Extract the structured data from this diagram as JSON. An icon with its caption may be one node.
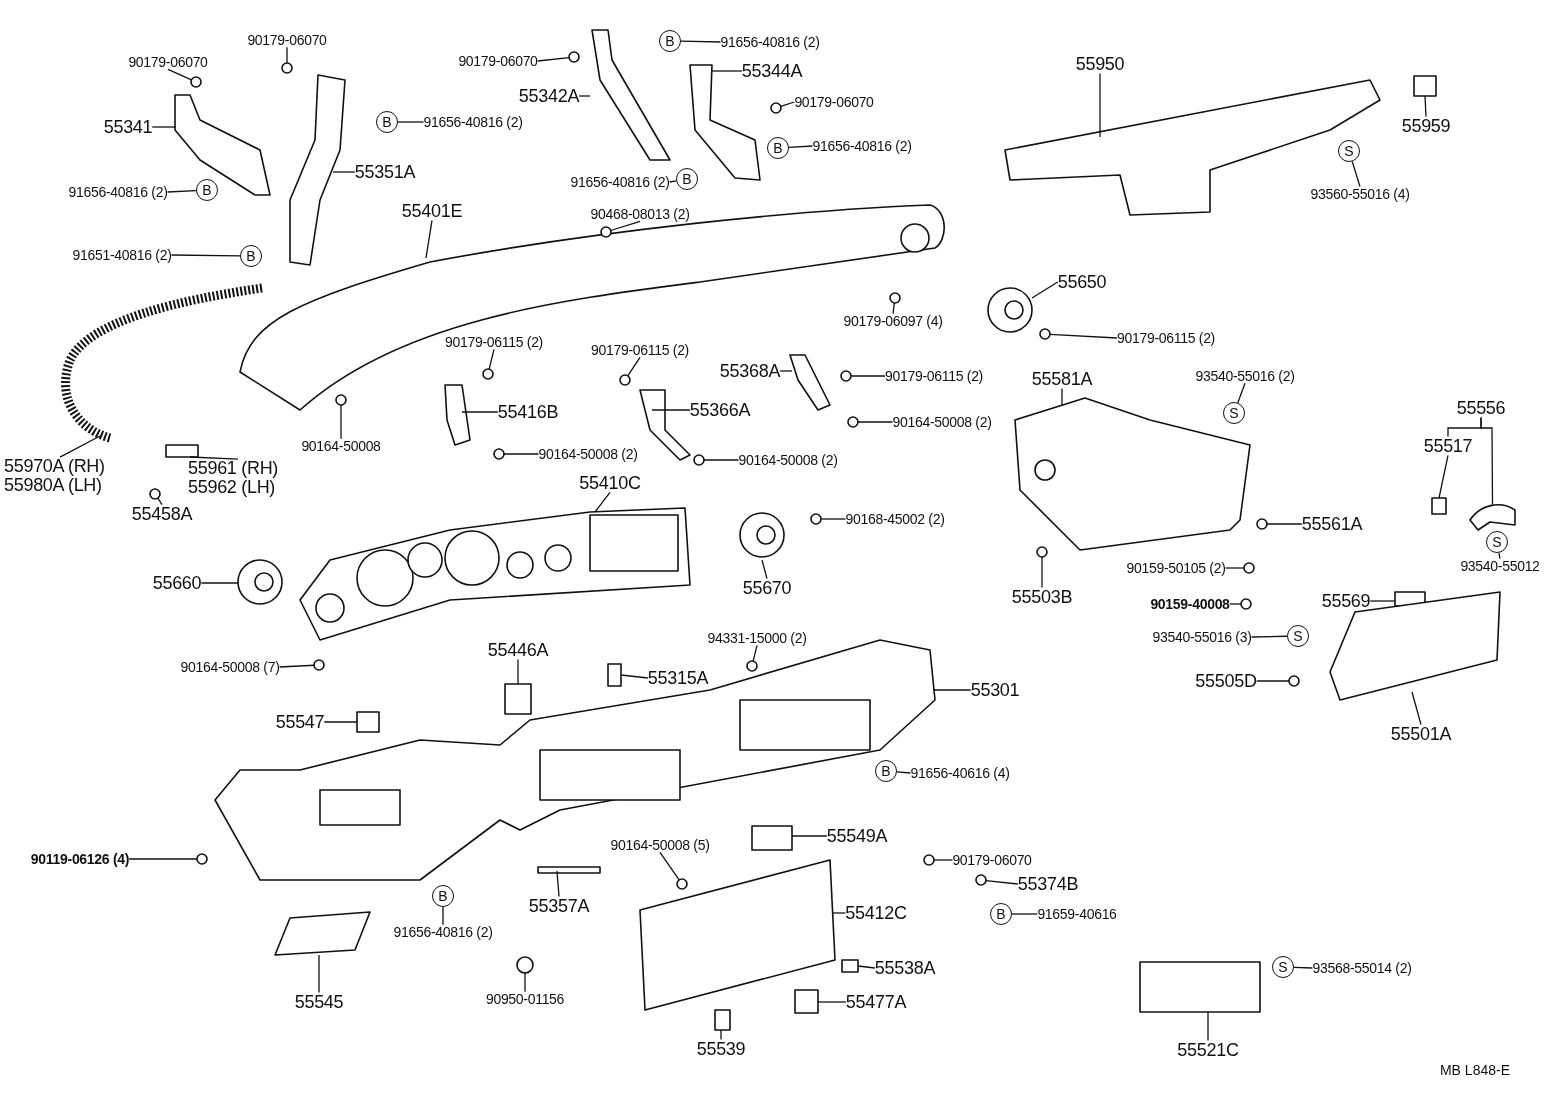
{
  "diagram": {
    "nodes": [
      {
        "text": [
          "90179-06070"
        ]
      },
      {
        "text": [
          "90179-06070"
        ]
      },
      {
        "text": [
          "55341"
        ]
      },
      {
        "text": [
          "B"
        ]
      },
      {
        "text": [
          "91656-40816 (2)"
        ]
      },
      {
        "text": [
          "55351A"
        ]
      },
      {
        "text": [
          "91656-40816 (2)"
        ]
      },
      {
        "text": [
          "B"
        ]
      },
      {
        "text": [
          "91651-40816 (2)"
        ]
      },
      {
        "text": [
          "B"
        ]
      },
      {
        "text": [
          "90179-06070"
        ]
      },
      {
        "text": [
          "55342A"
        ]
      },
      {
        "text": [
          "B"
        ]
      },
      {
        "text": [
          "91656-40816 (2)"
        ]
      },
      {
        "text": [
          "55344A"
        ]
      },
      {
        "text": [
          "90179-06070"
        ]
      },
      {
        "text": [
          "B"
        ]
      },
      {
        "text": [
          "91656-40816 (2)"
        ]
      },
      {
        "text": [
          "91656-40816 (2)"
        ]
      },
      {
        "text": [
          "B"
        ]
      },
      {
        "text": [
          "55950"
        ]
      },
      {
        "text": [
          "55959"
        ]
      },
      {
        "text": [
          "S"
        ]
      },
      {
        "text": [
          "93560-55016 (4)"
        ]
      },
      {
        "text": [
          "90468-08013 (2)"
        ]
      },
      {
        "text": [
          "55401E"
        ]
      },
      {
        "text": [
          "90179-06097 (4)"
        ]
      },
      {
        "text": [
          "55650"
        ]
      },
      {
        "text": [
          "90179-06115 (2)"
        ]
      },
      {
        "text": [
          "90179-06115 (2)"
        ]
      },
      {
        "text": [
          "90179-06115 (2)"
        ]
      },
      {
        "text": [
          "55368A"
        ]
      },
      {
        "text": [
          "90179-06115 (2)"
        ]
      },
      {
        "text": [
          "55416B"
        ]
      },
      {
        "text": [
          "55366A"
        ]
      },
      {
        "text": [
          "90164-50008 (2)"
        ]
      },
      {
        "text": [
          "90164-50008"
        ]
      },
      {
        "text": [
          "90164-50008 (2)"
        ]
      },
      {
        "text": [
          "90164-50008 (2)"
        ]
      },
      {
        "text": [
          "55970A (RH) 55980A (LH)"
        ]
      },
      {
        "text": [
          "55961 (RH) 55962 (LH)"
        ]
      },
      {
        "text": [
          "55458A"
        ]
      },
      {
        "text": [
          "55410C"
        ]
      },
      {
        "text": [
          "90168-45002 (2)"
        ]
      },
      {
        "text": [
          "55581A"
        ]
      },
      {
        "text": [
          "S"
        ]
      },
      {
        "text": [
          "93540-55016 (2)"
        ]
      },
      {
        "text": [
          "55556"
        ]
      },
      {
        "text": [
          "55517"
        ]
      },
      {
        "text": [
          "55561A"
        ]
      },
      {
        "text": [
          "S"
        ]
      },
      {
        "text": [
          "93540-55012"
        ]
      },
      {
        "text": [
          "55660"
        ]
      },
      {
        "text": [
          "55670"
        ]
      },
      {
        "text": [
          "55503B"
        ]
      },
      {
        "text": [
          "90159-50105 (2)"
        ]
      },
      {
        "text": [
          "90159-40008"
        ]
      },
      {
        "text": [
          "55569"
        ]
      },
      {
        "text": [
          "S"
        ]
      },
      {
        "text": [
          "93540-55016 (3)"
        ]
      },
      {
        "text": [
          "55505D"
        ]
      },
      {
        "text": [
          "55501A"
        ]
      },
      {
        "text": [
          "90164-50008 (7)"
        ]
      },
      {
        "text": [
          "55446A"
        ]
      },
      {
        "text": [
          "55315A"
        ]
      },
      {
        "text": [
          "94331-15000 (2)"
        ]
      },
      {
        "text": [
          "55301"
        ]
      },
      {
        "text": [
          "55547"
        ]
      },
      {
        "text": [
          "B"
        ]
      },
      {
        "text": [
          "91656-40616 (4)"
        ]
      },
      {
        "text": [
          "55549A"
        ]
      },
      {
        "text": [
          "90164-50008 (5)"
        ]
      },
      {
        "text": [
          "90179-06070"
        ]
      },
      {
        "text": [
          "55374B"
        ]
      },
      {
        "text": [
          "B"
        ]
      },
      {
        "text": [
          "91659-40616"
        ]
      },
      {
        "text": [
          "90119-06126 (4)"
        ]
      },
      {
        "text": [
          "B"
        ]
      },
      {
        "text": [
          "91656-40816 (2)"
        ]
      },
      {
        "text": [
          "55357A"
        ]
      },
      {
        "text": [
          "55412C"
        ]
      },
      {
        "text": [
          "55538A"
        ]
      },
      {
        "text": [
          "55477A"
        ]
      },
      {
        "text": [
          "S"
        ]
      },
      {
        "text": [
          "93568-55014 (2)"
        ]
      },
      {
        "text": [
          "55545"
        ]
      },
      {
        "text": [
          "90950-01156"
        ]
      },
      {
        "text": [
          "55539"
        ]
      },
      {
        "text": [
          "55521C"
        ]
      },
      {
        "text": [],
        "shape": "picture"
      },
      {
        "text": [],
        "shape": "picture"
      },
      {
        "text": [],
        "shape": "box"
      },
      {
        "text": [],
        "shape": "picture"
      },
      {
        "text": [],
        "shape": "box"
      },
      {
        "text": [],
        "shape": "box"
      },
      {
        "text": [],
        "shape": "box"
      },
      {
        "text": [],
        "shape": "box"
      },
      {
        "text": [],
        "shape": "box"
      },
      {
        "text": [],
        "shape": "box"
      },
      {
        "text": [],
        "shape": "box"
      },
      {
        "text": [],
        "shape": "circle"
      },
      {
        "text": [],
        "shape": "box"
      },
      {
        "text": [],
        "shape": "picture"
      },
      {
        "text": [],
        "shape": "picture"
      },
      {
        "text": [],
        "shape": "picture"
      },
      {
        "text": [],
        "shape": "picture"
      },
      {
        "text": [],
        "shape": "picture"
      },
      {
        "text": [],
        "shape": "picture"
      },
      {
        "text": [],
        "shape": "box"
      },
      {
        "text": [],
        "shape": "picture"
      },
      {
        "text": [],
        "shape": "picture"
      },
      {
        "text": [],
        "shape": "picture"
      },
      {
        "text": [],
        "shape": "picture"
      },
      {
        "text": [],
        "shape": "picture"
      },
      {
        "text": [],
        "shape": "picture"
      },
      {
        "text": [],
        "shape": "picture"
      },
      {
        "text": [],
        "shape": "picture"
      },
      {
        "text": [],
        "shape": "picture"
      },
      {
        "text": [],
        "shape": "picture"
      },
      {
        "text": [],
        "shape": "picture"
      },
      {
        "text": [],
        "shape": "box"
      },
      {
        "text": [],
        "shape": "box"
      },
      {
        "text": [],
        "shape": "box"
      },
      {
        "text": [],
        "shape": "circle"
      },
      {
        "text": [],
        "shape": "circle"
      },
      {
        "text": [],
        "shape": "circle"
      },
      {
        "text": [],
        "shape": "circle"
      },
      {
        "text": [],
        "shape": "circle"
      },
      {
        "text": [],
        "shape": "circle"
      },
      {
        "text": [],
        "shape": "circle"
      },
      {
        "text": [],
        "shape": "circle"
      },
      {
        "text": [],
        "shape": "circle"
      },
      {
        "text": [],
        "shape": "circle"
      },
      {
        "text": [],
        "shape": "circle"
      },
      {
        "text": [],
        "shape": "circle"
      },
      {
        "text": [],
        "shape": "circle"
      },
      {
        "text": [],
        "shape": "circle"
      },
      {
        "text": [],
        "shape": "circle"
      },
      {
        "text": [],
        "shape": "circle"
      },
      {
        "text": [],
        "shape": "circle"
      },
      {
        "text": [],
        "shape": "circle"
      },
      {
        "text": [],
        "shape": "circle"
      },
      {
        "text": [],
        "shape": "circle"
      },
      {
        "text": [],
        "shape": "circle"
      },
      {
        "text": [],
        "shape": "circle"
      },
      {
        "text": [],
        "shape": "circle"
      },
      {
        "text": [],
        "shape": "circle"
      },
      {
        "text": [],
        "shape": "circle"
      },
      {
        "text": [],
        "shape": "circle"
      },
      {
        "text": [],
        "shape": "circle"
      }
    ],
    "edges": [
      {
        "from": 0,
        "to": 123,
        "arrow": "none"
      },
      {
        "from": 1,
        "to": 124,
        "arrow": "none"
      },
      {
        "from": 2,
        "to": 89,
        "arrow": "none"
      },
      {
        "from": 4,
        "to": 3,
        "arrow": "none"
      },
      {
        "from": 5,
        "to": 103,
        "arrow": "none"
      },
      {
        "from": 6,
        "to": 7,
        "arrow": "none"
      },
      {
        "from": 8,
        "to": 9,
        "arrow": "none"
      },
      {
        "from": 10,
        "to": 125,
        "arrow": "none"
      },
      {
        "from": 11,
        "to": 104,
        "arrow": "none"
      },
      {
        "from": 13,
        "to": 12,
        "arrow": "none"
      },
      {
        "from": 14,
        "to": 90,
        "arrow": "none"
      },
      {
        "from": 15,
        "to": 126,
        "arrow": "none"
      },
      {
        "from": 17,
        "to": 16,
        "arrow": "none"
      },
      {
        "from": 18,
        "to": 19,
        "arrow": "none"
      },
      {
        "from": 20,
        "to": 105,
        "arrow": "none"
      },
      {
        "from": 21,
        "to": 91,
        "arrow": "none"
      },
      {
        "from": 23,
        "to": 22,
        "arrow": "none"
      },
      {
        "from": 24,
        "to": 127,
        "arrow": "none"
      },
      {
        "from": 25,
        "to": 106,
        "arrow": "none"
      },
      {
        "from": 26,
        "to": 128,
        "arrow": "none"
      },
      {
        "from": 27,
        "to": 109,
        "arrow": "none"
      },
      {
        "from": 28,
        "to": 129,
        "arrow": "none"
      },
      {
        "from": 29,
        "to": 130,
        "arrow": "none"
      },
      {
        "from": 30,
        "to": 131,
        "arrow": "none"
      },
      {
        "from": 31,
        "to": 112,
        "arrow": "none"
      },
      {
        "from": 32,
        "to": 132,
        "arrow": "none"
      },
      {
        "from": 33,
        "to": 110,
        "arrow": "none"
      },
      {
        "from": 34,
        "to": 111,
        "arrow": "none"
      },
      {
        "from": 35,
        "to": 133,
        "arrow": "none"
      },
      {
        "from": 36,
        "to": 134,
        "arrow": "none"
      },
      {
        "from": 37,
        "to": 135,
        "arrow": "none"
      },
      {
        "from": 38,
        "to": 136,
        "arrow": "none"
      },
      {
        "from": 39,
        "to": 107,
        "arrow": "none"
      },
      {
        "from": 40,
        "to": 108,
        "arrow": "none"
      },
      {
        "from": 41,
        "to": 137,
        "arrow": "none"
      },
      {
        "from": 42,
        "to": 113,
        "arrow": "none"
      },
      {
        "from": 43,
        "to": 138,
        "arrow": "none"
      },
      {
        "from": 44,
        "to": 92,
        "arrow": "none"
      },
      {
        "from": 46,
        "to": 45,
        "arrow": "none"
      },
      {
        "from": 48,
        "to": 93,
        "arrow": "none"
      },
      {
        "from": 49,
        "to": 139,
        "arrow": "none"
      },
      {
        "from": 51,
        "to": 50,
        "arrow": "none"
      },
      {
        "from": 52,
        "to": 114,
        "arrow": "none"
      },
      {
        "from": 53,
        "to": 115,
        "arrow": "none"
      },
      {
        "from": 54,
        "to": 140,
        "arrow": "none"
      },
      {
        "from": 55,
        "to": 141,
        "arrow": "none"
      },
      {
        "from": 56,
        "to": 142,
        "arrow": "none"
      },
      {
        "from": 57,
        "to": 94,
        "arrow": "none"
      },
      {
        "from": 59,
        "to": 58,
        "arrow": "none"
      },
      {
        "from": 60,
        "to": 143,
        "arrow": "none"
      },
      {
        "from": 61,
        "to": 116,
        "arrow": "none"
      },
      {
        "from": 62,
        "to": 144,
        "arrow": "none"
      },
      {
        "from": 63,
        "to": 95,
        "arrow": "none"
      },
      {
        "from": 64,
        "to": 96,
        "arrow": "none"
      },
      {
        "from": 65,
        "to": 145,
        "arrow": "none"
      },
      {
        "from": 66,
        "to": 117,
        "arrow": "none"
      },
      {
        "from": 67,
        "to": 97,
        "arrow": "none"
      },
      {
        "from": 69,
        "to": 68,
        "arrow": "none"
      },
      {
        "from": 70,
        "to": 121,
        "arrow": "none"
      },
      {
        "from": 71,
        "to": 146,
        "arrow": "none"
      },
      {
        "from": 72,
        "to": 147,
        "arrow": "none"
      },
      {
        "from": 73,
        "to": 148,
        "arrow": "none"
      },
      {
        "from": 75,
        "to": 74,
        "arrow": "none"
      },
      {
        "from": 76,
        "to": 149,
        "arrow": "none"
      },
      {
        "from": 78,
        "to": 77,
        "arrow": "none"
      },
      {
        "from": 79,
        "to": 122,
        "arrow": "none"
      },
      {
        "from": 80,
        "to": 118,
        "arrow": "none"
      },
      {
        "from": 81,
        "to": 98,
        "arrow": "none"
      },
      {
        "from": 82,
        "to": 99,
        "arrow": "none"
      },
      {
        "from": 84,
        "to": 83,
        "arrow": "none"
      },
      {
        "from": 85,
        "to": 119,
        "arrow": "none"
      },
      {
        "from": 86,
        "to": 100,
        "arrow": "none"
      },
      {
        "from": 87,
        "to": 101,
        "arrow": "none"
      },
      {
        "from": 88,
        "to": 120,
        "arrow": "none"
      },
      {
        "from": 47,
        "to": 48,
        "arrow": "none"
      },
      {
        "from": 47,
        "to": 102,
        "arrow": "none"
      }
    ],
    "labels": [
      "MB L848-E"
    ]
  }
}
